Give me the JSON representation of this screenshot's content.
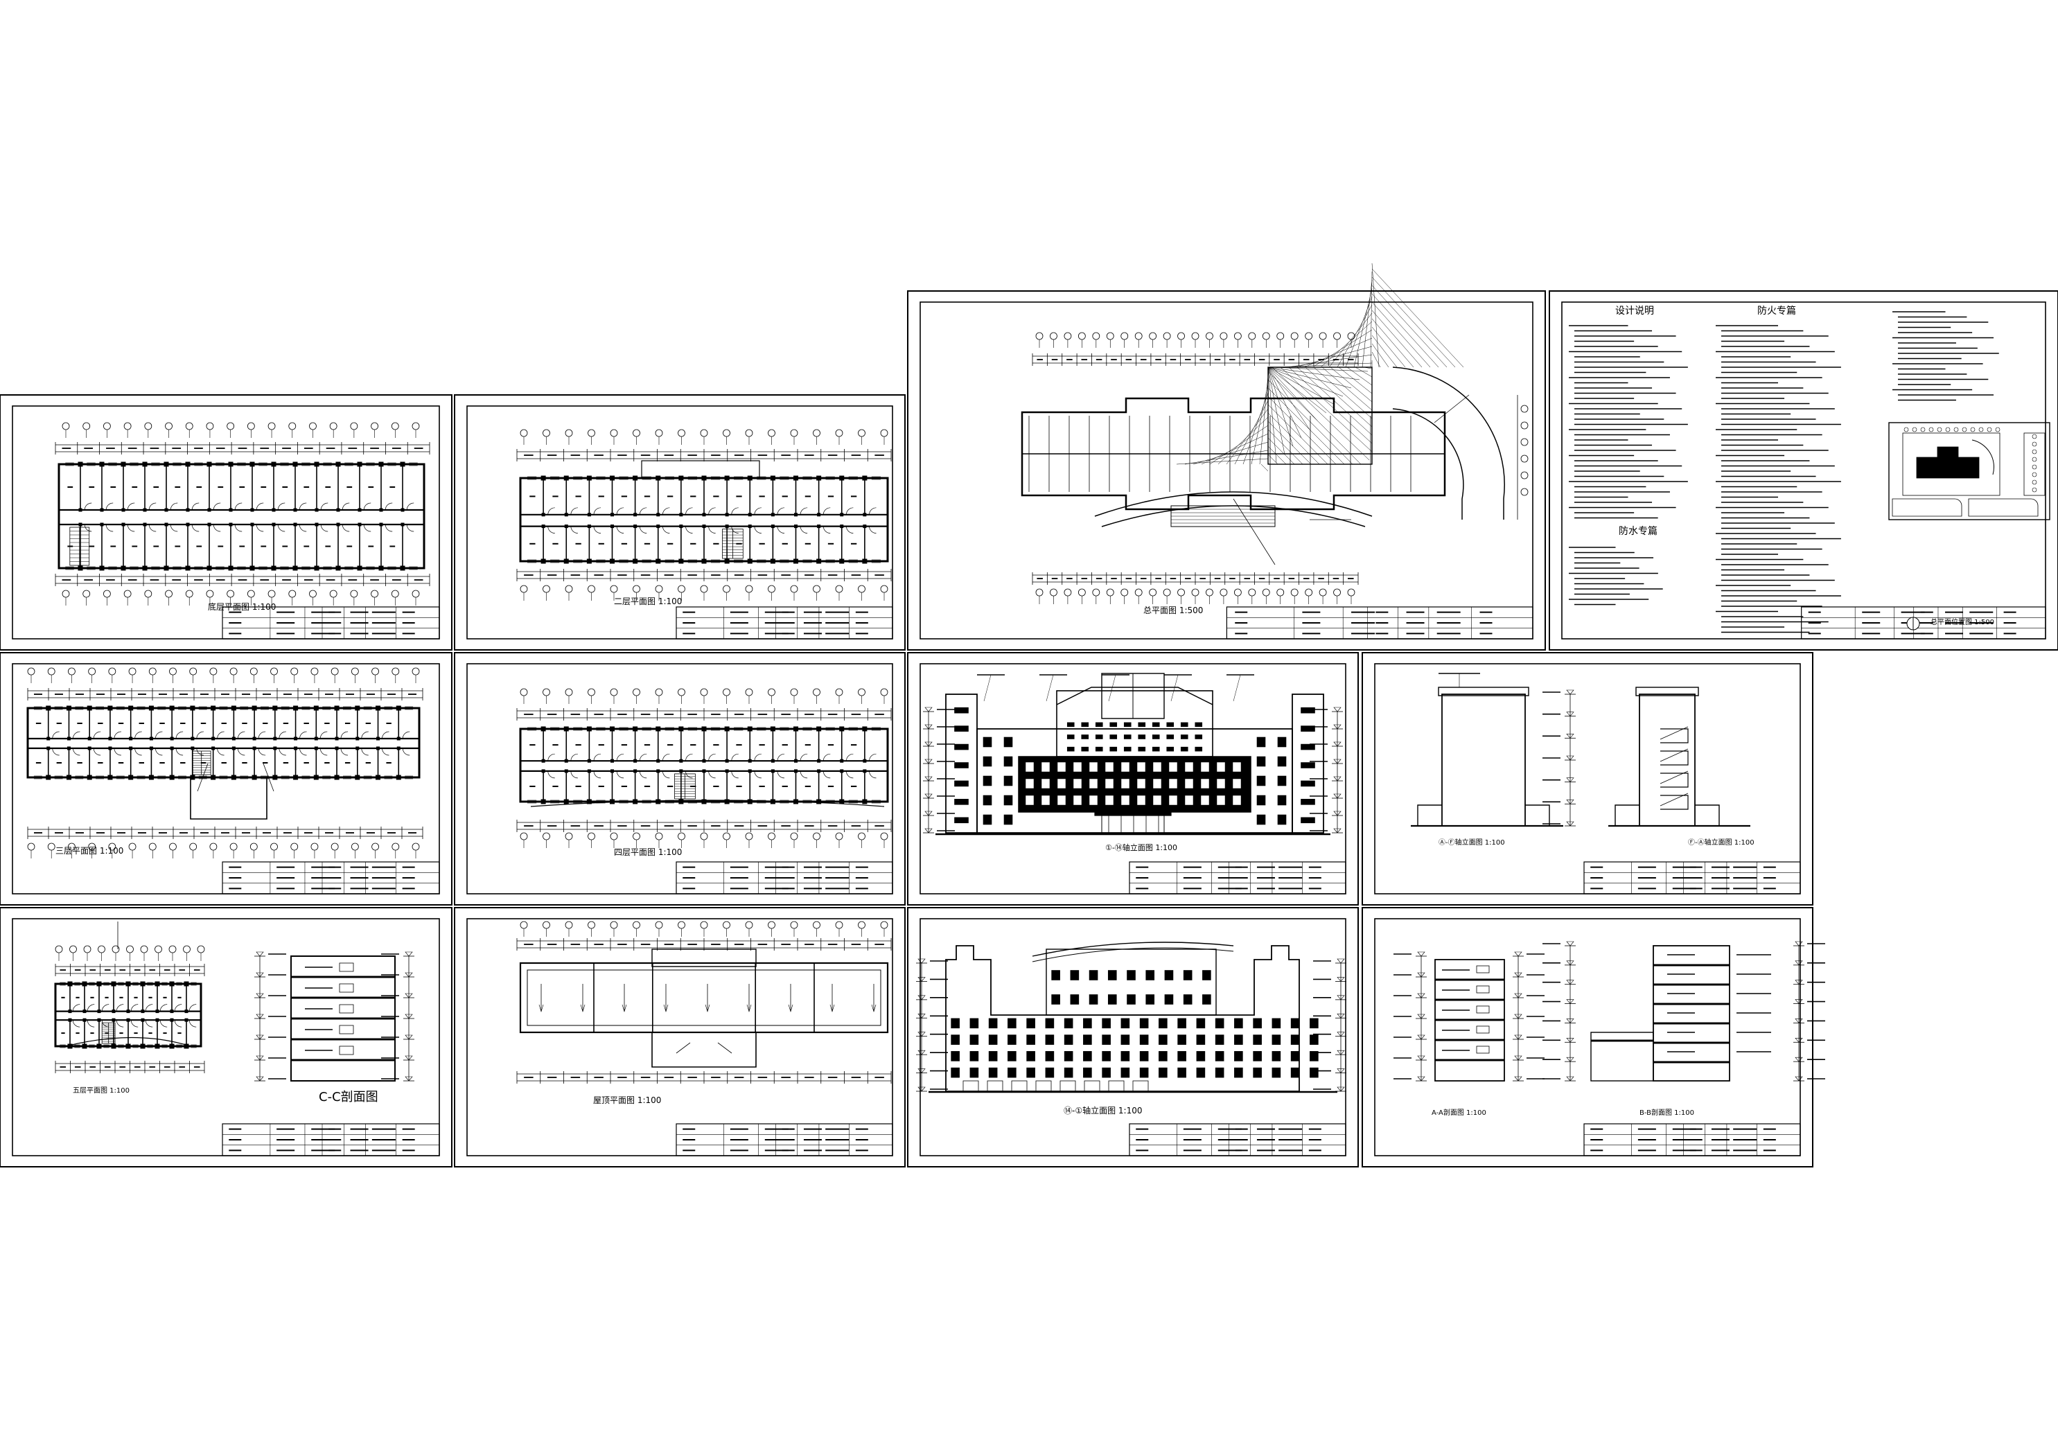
{
  "document": {
    "type": "architectural drawing set",
    "background": "#ffffff",
    "ink": "#000000"
  },
  "sheets": [
    {
      "id": "s1",
      "kind": "plan",
      "title": "底层平面图 1:100"
    },
    {
      "id": "s2",
      "kind": "plan",
      "title": "二层平面图 1:100"
    },
    {
      "id": "s3",
      "kind": "site-plan",
      "title": "总平面图 1:500"
    },
    {
      "id": "s4",
      "kind": "notes",
      "title": "设计说明",
      "heading2": "防火专篇",
      "heading3": "防水专篇",
      "site_caption": "总平面位置图 1:500"
    },
    {
      "id": "s5",
      "kind": "plan",
      "title": "三层平面图 1:100"
    },
    {
      "id": "s6",
      "kind": "plan",
      "title": "四层平面图 1:100"
    },
    {
      "id": "s7",
      "kind": "elevation-front",
      "title": "①-⑭轴立面图 1:100"
    },
    {
      "id": "s8",
      "kind": "elevation-side",
      "title": "Ⓐ-Ⓕ轴立面图 1:100",
      "title2": "Ⓕ-Ⓐ轴立面图 1:100"
    },
    {
      "id": "s9",
      "kind": "plan-section",
      "title": "五层平面图 1:100",
      "section_title": "C-C剖面图"
    },
    {
      "id": "s10",
      "kind": "roof-plan",
      "title": "屋顶平面图 1:100"
    },
    {
      "id": "s11",
      "kind": "elevation-back",
      "title": "⑭-①轴立面图 1:100"
    },
    {
      "id": "s12",
      "kind": "sections",
      "title": "A-A剖面图 1:100",
      "title2": "B-B剖面图 1:100"
    }
  ]
}
